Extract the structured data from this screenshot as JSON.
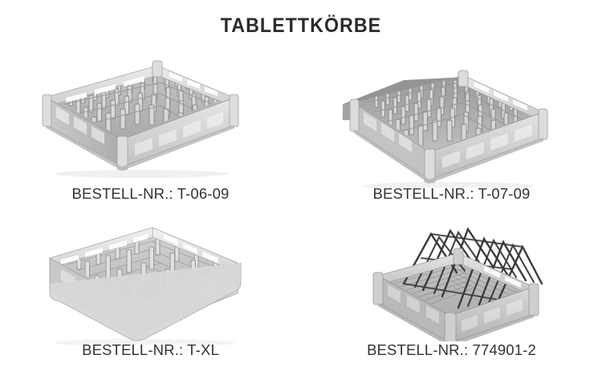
{
  "page": {
    "title": "TABLETTKÖRBE",
    "background_color": "#ffffff",
    "title_color": "#2b2b2b",
    "caption_color": "#333333"
  },
  "products": [
    {
      "id": "product-1",
      "caption": "BESTELL-NR.: T-06-09",
      "order_number": "T-06-09",
      "image_alt": "tray-rack-with-dense-peg-fingers",
      "colors": {
        "plastic_light": "#e4e4e4",
        "plastic_mid": "#c9c9c9",
        "plastic_dark": "#9f9f9f",
        "shadow": "#8c8c8c"
      }
    },
    {
      "id": "product-2",
      "caption": "BESTELL-NR.: T-07-09",
      "order_number": "T-07-09",
      "image_alt": "tray-rack-with-open-side-and-pegs",
      "colors": {
        "plastic_light": "#e2e2e2",
        "plastic_mid": "#c4c4c4",
        "plastic_dark": "#9a9a9a",
        "shadow": "#7f7f7f"
      }
    },
    {
      "id": "product-3",
      "caption": "BESTELL-NR.: T-XL",
      "order_number": "T-XL",
      "image_alt": "large-tray-rack-with-grid-base",
      "colors": {
        "plastic_light": "#ededed",
        "plastic_mid": "#d2d2d2",
        "plastic_dark": "#a8a8a8",
        "shadow": "#909090"
      }
    },
    {
      "id": "product-4",
      "caption": "BESTELL-NR.: 774901-2",
      "order_number": "774901-2",
      "image_alt": "tray-rack-with-wire-a-frame-dividers",
      "colors": {
        "plastic_light": "#dcdcdc",
        "plastic_mid": "#bdbdbd",
        "plastic_dark": "#8f8f8f",
        "wire": "#3a3a3a",
        "mesh": "#b4b4b4"
      }
    }
  ]
}
